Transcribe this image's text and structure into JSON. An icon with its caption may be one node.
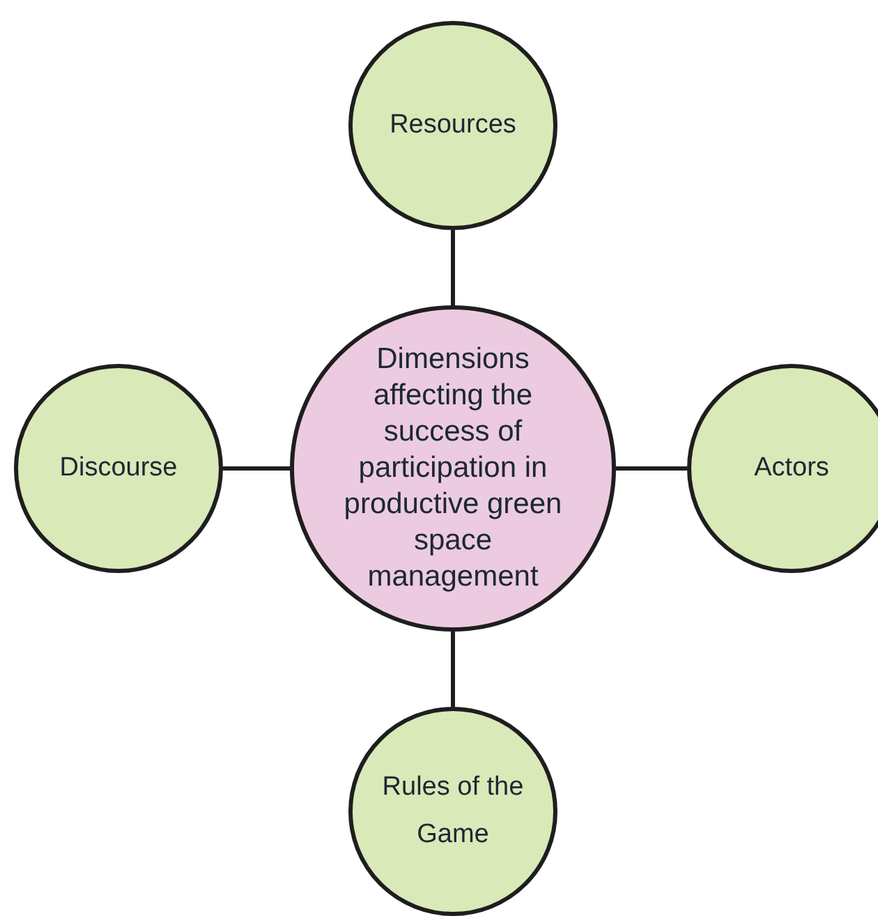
{
  "diagram": {
    "nodes": [
      {
        "text": [
          "Resources"
        ]
      },
      {
        "text": [
          "Discourse"
        ]
      },
      {
        "text": [
          "Dimensions affecting the success of participation in productive green space management"
        ]
      },
      {
        "text": [
          "Actors"
        ]
      },
      {
        "text": [
          "Rules of the Game"
        ]
      }
    ],
    "edges": [
      {
        "from": 2,
        "to": 0,
        "arrow": "none"
      },
      {
        "from": 2,
        "to": 1,
        "arrow": "none"
      },
      {
        "from": 2,
        "to": 3,
        "arrow": "none"
      },
      {
        "from": 2,
        "to": 4,
        "arrow": "none"
      }
    ]
  }
}
